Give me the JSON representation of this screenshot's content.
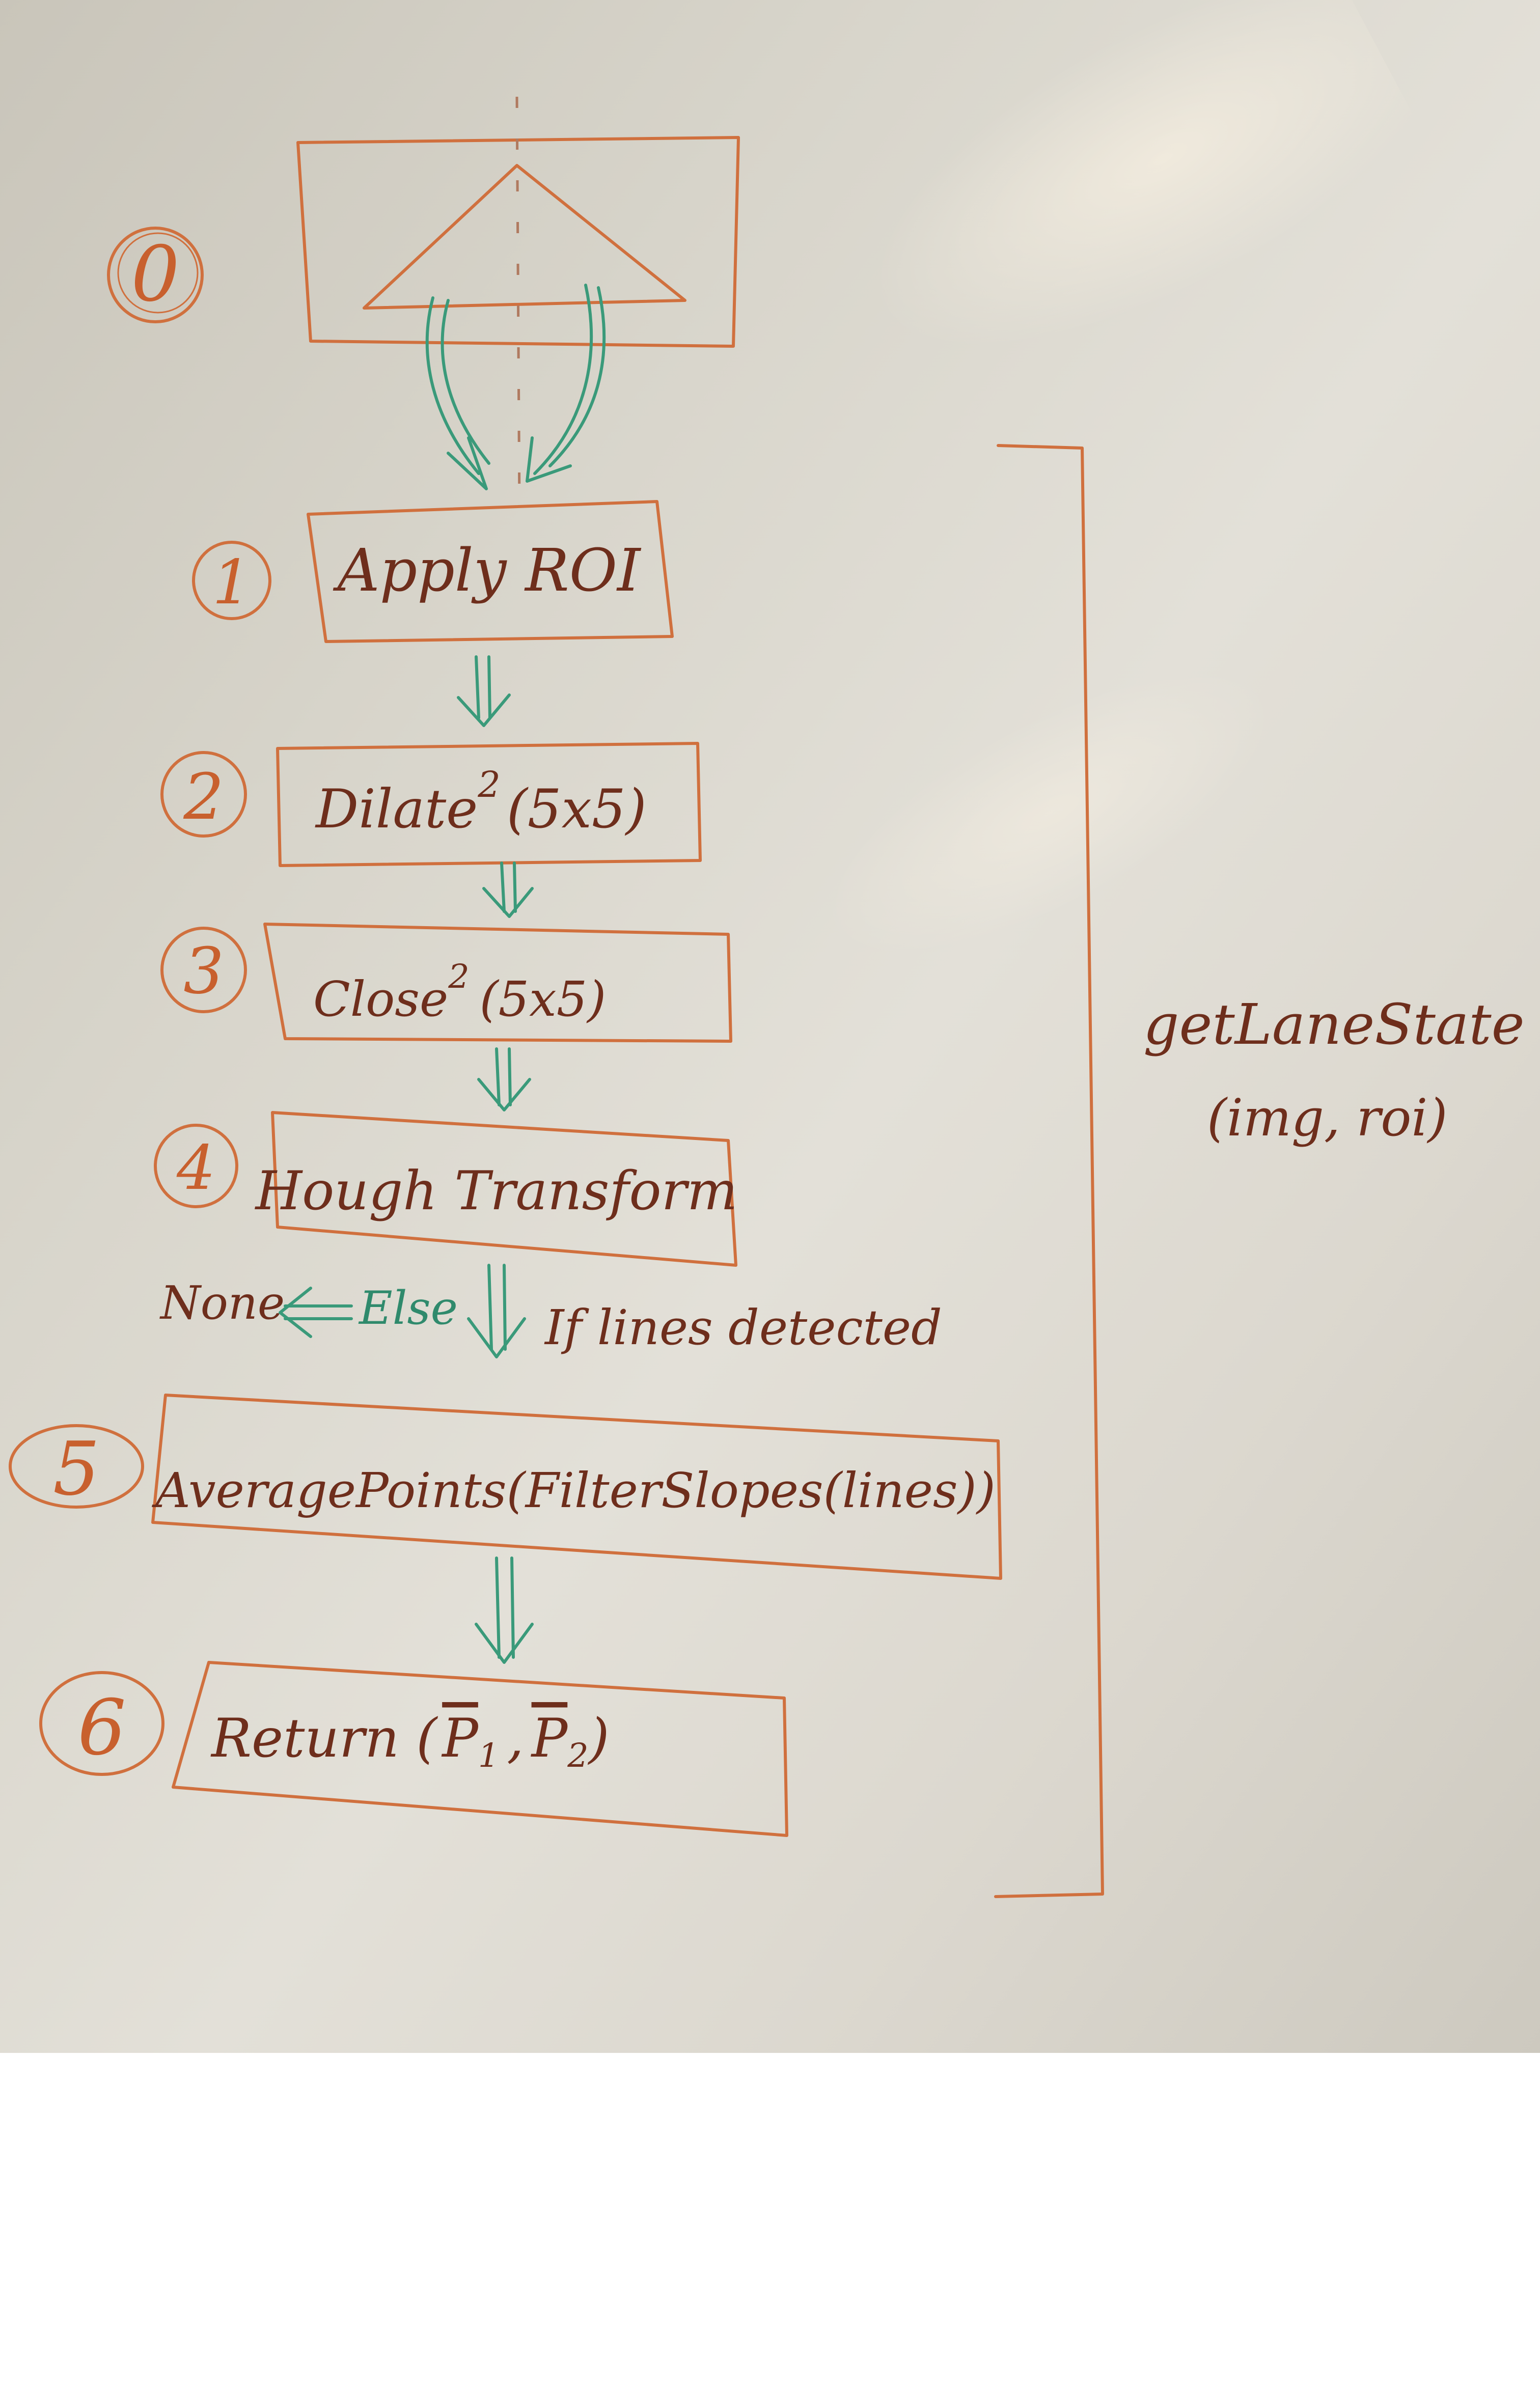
{
  "steps": {
    "s0": {
      "number": "0"
    },
    "s1": {
      "number": "1",
      "label": "Apply ROI"
    },
    "s2": {
      "number": "2",
      "label": "Dilate",
      "sup": "2",
      "args": "(5x5)"
    },
    "s3": {
      "number": "3",
      "label": "Close",
      "sup": "2",
      "args": "(5x5)"
    },
    "s4": {
      "number": "4",
      "label": "Hough Transform"
    },
    "s5": {
      "number": "5",
      "label": "AveragePoints(FilterSlopes(lines))"
    },
    "s6": {
      "number": "6",
      "label_prefix": "Return (",
      "p1": "P",
      "sub1": "1",
      "sep": ",",
      "p2": "P",
      "sub2": "2",
      "label_suffix": ")"
    }
  },
  "branch": {
    "none_label": "None",
    "else_label": "Else",
    "if_label": "If lines detected"
  },
  "function": {
    "name": "getLaneState",
    "args": "(img, roi)"
  },
  "colors": {
    "ink_brown": "#6e2e1c",
    "marker_orange": "#d0703e",
    "marker_green": "#3a9a7a"
  }
}
